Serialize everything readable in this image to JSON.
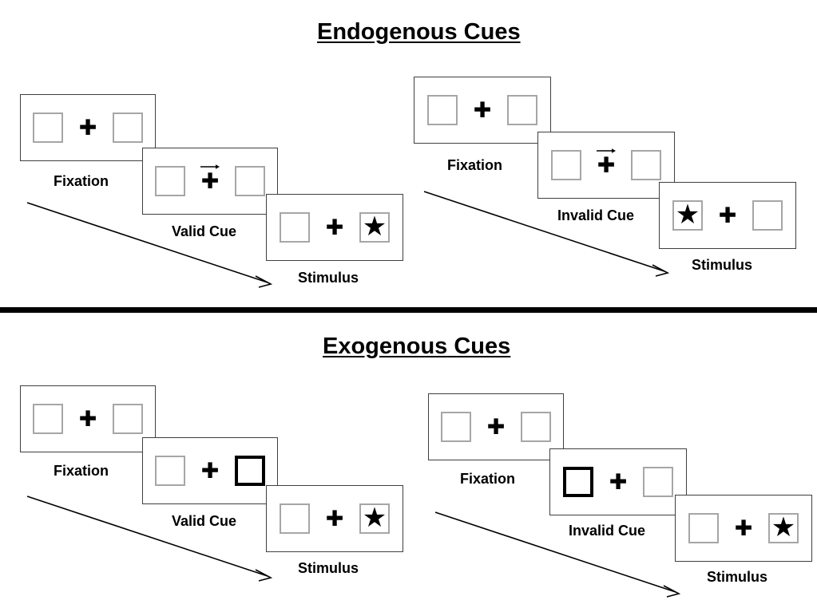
{
  "figure": {
    "title_top": "Endogenous Cues",
    "title_bottom": "Exogenous Cues"
  },
  "captions": {
    "fixation": "Fixation",
    "valid_cue": "Valid Cue",
    "invalid_cue": "Invalid Cue",
    "stimulus": "Stimulus"
  },
  "symbols": {
    "fixation_cross": "✚",
    "target_star": "★",
    "cue_arrow": "arrow-right-icon"
  },
  "colors": {
    "ink": "#000000",
    "panel_border": "#3f3f3f",
    "box_border": "#a6a6a6",
    "highlight_border": "#000000",
    "background": "#ffffff"
  },
  "sequences": [
    {
      "id": "endogenous-valid",
      "section": "Endogenous Cues",
      "cue_type": "endogenous",
      "validity": "valid",
      "frames": [
        {
          "caption": "Fixation",
          "left_box": {
            "state": "normal",
            "content": "empty"
          },
          "center": {
            "cross": true,
            "arrow": "none"
          },
          "right_box": {
            "state": "normal",
            "content": "empty"
          }
        },
        {
          "caption": "Valid Cue",
          "left_box": {
            "state": "normal",
            "content": "empty"
          },
          "center": {
            "cross": true,
            "arrow": "right"
          },
          "right_box": {
            "state": "normal",
            "content": "empty"
          }
        },
        {
          "caption": "Stimulus",
          "left_box": {
            "state": "normal",
            "content": "empty"
          },
          "center": {
            "cross": true,
            "arrow": "none"
          },
          "right_box": {
            "state": "normal",
            "content": "star"
          }
        }
      ]
    },
    {
      "id": "endogenous-invalid",
      "section": "Endogenous Cues",
      "cue_type": "endogenous",
      "validity": "invalid",
      "frames": [
        {
          "caption": "Fixation",
          "left_box": {
            "state": "normal",
            "content": "empty"
          },
          "center": {
            "cross": true,
            "arrow": "none"
          },
          "right_box": {
            "state": "normal",
            "content": "empty"
          }
        },
        {
          "caption": "Invalid Cue",
          "left_box": {
            "state": "normal",
            "content": "empty"
          },
          "center": {
            "cross": true,
            "arrow": "right"
          },
          "right_box": {
            "state": "normal",
            "content": "empty"
          }
        },
        {
          "caption": "Stimulus",
          "left_box": {
            "state": "normal",
            "content": "star"
          },
          "center": {
            "cross": true,
            "arrow": "none"
          },
          "right_box": {
            "state": "normal",
            "content": "empty"
          }
        }
      ]
    },
    {
      "id": "exogenous-valid",
      "section": "Exogenous Cues",
      "cue_type": "exogenous",
      "validity": "valid",
      "frames": [
        {
          "caption": "Fixation",
          "left_box": {
            "state": "normal",
            "content": "empty"
          },
          "center": {
            "cross": true,
            "arrow": "none"
          },
          "right_box": {
            "state": "normal",
            "content": "empty"
          }
        },
        {
          "caption": "Valid Cue",
          "left_box": {
            "state": "normal",
            "content": "empty"
          },
          "center": {
            "cross": true,
            "arrow": "none"
          },
          "right_box": {
            "state": "highlighted",
            "content": "empty"
          }
        },
        {
          "caption": "Stimulus",
          "left_box": {
            "state": "normal",
            "content": "empty"
          },
          "center": {
            "cross": true,
            "arrow": "none"
          },
          "right_box": {
            "state": "normal",
            "content": "star"
          }
        }
      ]
    },
    {
      "id": "exogenous-invalid",
      "section": "Exogenous Cues",
      "cue_type": "exogenous",
      "validity": "invalid",
      "frames": [
        {
          "caption": "Fixation",
          "left_box": {
            "state": "normal",
            "content": "empty"
          },
          "center": {
            "cross": true,
            "arrow": "none"
          },
          "right_box": {
            "state": "normal",
            "content": "empty"
          }
        },
        {
          "caption": "Invalid Cue",
          "left_box": {
            "state": "highlighted",
            "content": "empty"
          },
          "center": {
            "cross": true,
            "arrow": "none"
          },
          "right_box": {
            "state": "normal",
            "content": "empty"
          }
        },
        {
          "caption": "Stimulus",
          "left_box": {
            "state": "normal",
            "content": "empty"
          },
          "center": {
            "cross": true,
            "arrow": "none"
          },
          "right_box": {
            "state": "normal",
            "content": "star"
          }
        }
      ]
    }
  ]
}
